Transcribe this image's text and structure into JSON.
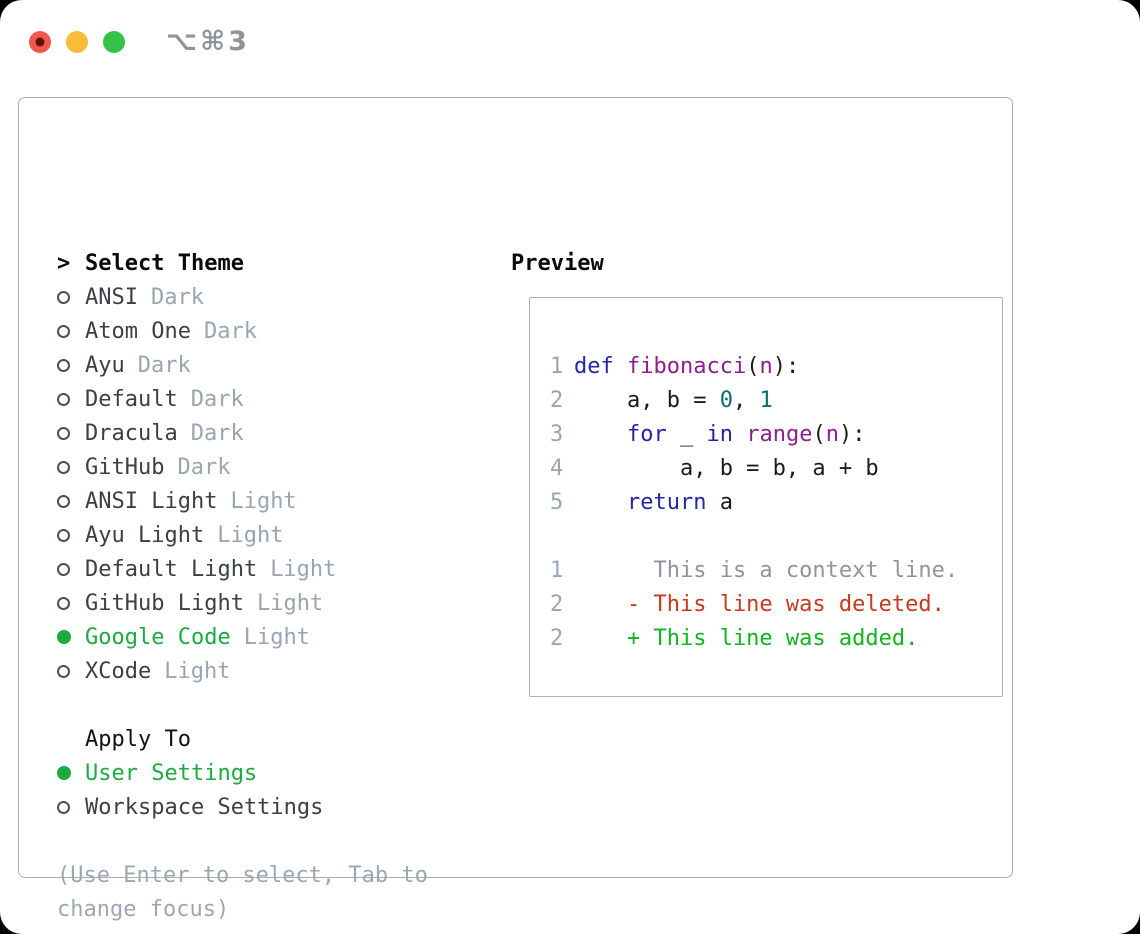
{
  "titlebar": {
    "title": "⌥⌘3",
    "traffic_lights": [
      {
        "name": "close",
        "color": "#f2574f",
        "dot": "#5f100b"
      },
      {
        "name": "minimize",
        "color": "#f6bd3a",
        "dot": null
      },
      {
        "name": "zoom",
        "color": "#34c249",
        "dot": null
      }
    ]
  },
  "colors": {
    "item_text": "#3a4046",
    "muted": "#9aa5b2",
    "header": "#0a0a0a",
    "selection_green": "#1cab40",
    "bullet_outline": "#4a5058",
    "gutter": "#9aa5b3",
    "kwd": "#2525a8",
    "typ": "#8c1f8c",
    "lit": "#0d6c6c",
    "pln": "#1b1b1b",
    "ctx": "#8e959d",
    "del": "#c43a1f",
    "add": "#10b41c",
    "box_border": "#a8afb9"
  },
  "theme_panel": {
    "prompt": ">",
    "title": "Select Theme",
    "items": [
      {
        "name": "ANSI",
        "variant": "Dark",
        "selected": false
      },
      {
        "name": "Atom One",
        "variant": "Dark",
        "selected": false
      },
      {
        "name": "Ayu",
        "variant": "Dark",
        "selected": false
      },
      {
        "name": "Default",
        "variant": "Dark",
        "selected": false
      },
      {
        "name": "Dracula",
        "variant": "Dark",
        "selected": false
      },
      {
        "name": "GitHub",
        "variant": "Dark",
        "selected": false
      },
      {
        "name": "ANSI Light",
        "variant": "Light",
        "selected": false
      },
      {
        "name": "Ayu Light",
        "variant": "Light",
        "selected": false
      },
      {
        "name": "Default Light",
        "variant": "Light",
        "selected": false
      },
      {
        "name": "GitHub Light",
        "variant": "Light",
        "selected": false
      },
      {
        "name": "Google Code",
        "variant": "Light",
        "selected": true
      },
      {
        "name": "XCode",
        "variant": "Light",
        "selected": false
      }
    ],
    "apply_to": {
      "title": "Apply To",
      "options": [
        {
          "name": "User Settings",
          "selected": true
        },
        {
          "name": "Workspace Settings",
          "selected": false
        }
      ]
    },
    "help_lines": [
      "(Use Enter to select, Tab to",
      "change focus)"
    ]
  },
  "preview_panel": {
    "title": "Preview",
    "code_lines": [
      {
        "num": "1",
        "tokens": [
          {
            "t": "def",
            "c": "kwd"
          },
          {
            "t": " ",
            "c": "pln"
          },
          {
            "t": "fibonacci",
            "c": "typ"
          },
          {
            "t": "(",
            "c": "pln"
          },
          {
            "t": "n",
            "c": "typ"
          },
          {
            "t": "):",
            "c": "pln"
          }
        ]
      },
      {
        "num": "2",
        "tokens": [
          {
            "t": "    a, b = ",
            "c": "pln"
          },
          {
            "t": "0",
            "c": "lit"
          },
          {
            "t": ", ",
            "c": "pln"
          },
          {
            "t": "1",
            "c": "lit"
          }
        ]
      },
      {
        "num": "3",
        "tokens": [
          {
            "t": "    ",
            "c": "pln"
          },
          {
            "t": "for",
            "c": "kwd"
          },
          {
            "t": " _ ",
            "c": "pln"
          },
          {
            "t": "in",
            "c": "kwd"
          },
          {
            "t": " ",
            "c": "pln"
          },
          {
            "t": "range",
            "c": "typ"
          },
          {
            "t": "(",
            "c": "pln"
          },
          {
            "t": "n",
            "c": "typ"
          },
          {
            "t": "):",
            "c": "pln"
          }
        ]
      },
      {
        "num": "4",
        "tokens": [
          {
            "t": "        a, b = b, a + b",
            "c": "pln"
          }
        ]
      },
      {
        "num": "5",
        "tokens": [
          {
            "t": "    ",
            "c": "pln"
          },
          {
            "t": "return",
            "c": "kwd"
          },
          {
            "t": " a",
            "c": "pln"
          }
        ]
      }
    ],
    "diff_lines": [
      {
        "num": "1",
        "tokens": [
          {
            "t": "      This is a context line.",
            "c": "ctx"
          }
        ]
      },
      {
        "num": "2",
        "tokens": [
          {
            "t": "    - This line was deleted.",
            "c": "del"
          }
        ]
      },
      {
        "num": "2",
        "tokens": [
          {
            "t": "    + This line was added.",
            "c": "add"
          }
        ]
      }
    ]
  }
}
